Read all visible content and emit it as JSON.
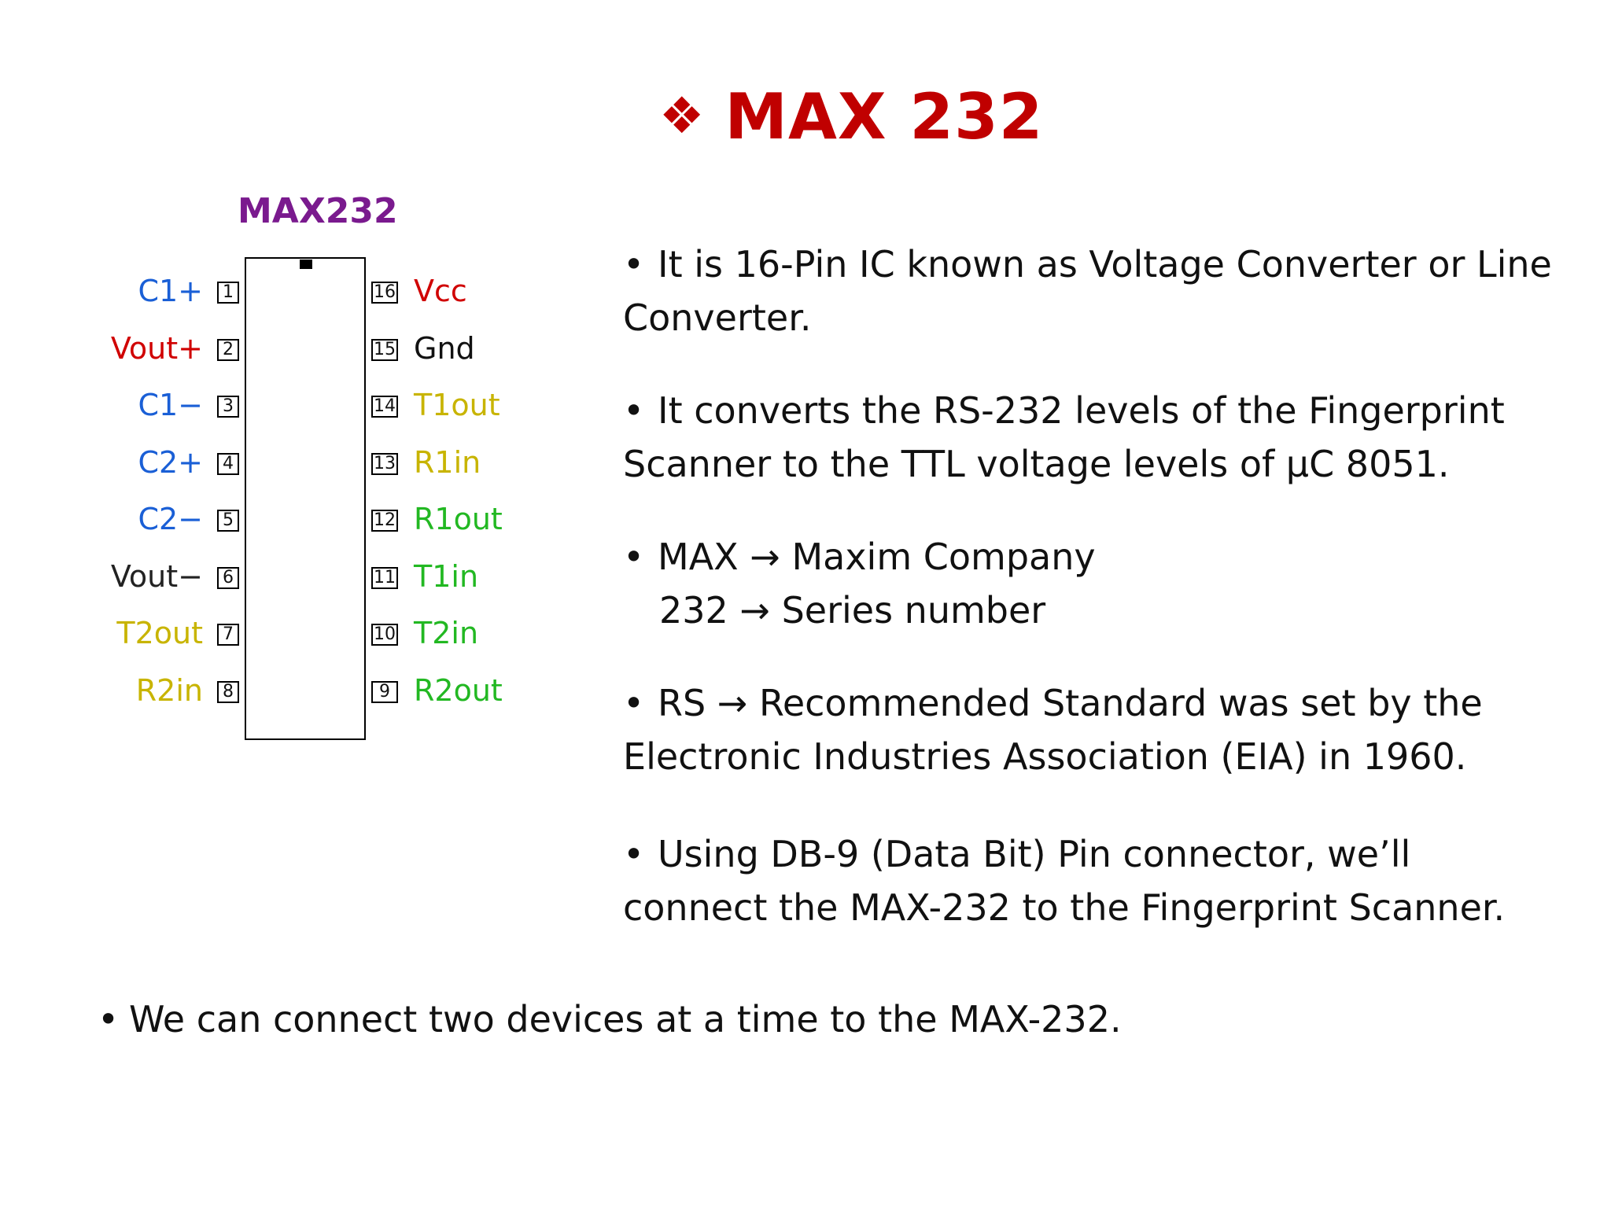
{
  "title": {
    "mark": "❖",
    "text": "MAX 232"
  },
  "chip": {
    "name": "MAX232",
    "colors": {
      "name": "#7a1a8e",
      "blue": "#1a5fd6",
      "red": "#d00000",
      "black": "#111111",
      "yellow": "#c8b400",
      "green": "#22b822"
    },
    "left_pins": [
      {
        "num": "1",
        "label": "C1+",
        "color": "#1a5fd6"
      },
      {
        "num": "2",
        "label": "Vout+",
        "color": "#d00000"
      },
      {
        "num": "3",
        "label": "C1−",
        "color": "#1a5fd6"
      },
      {
        "num": "4",
        "label": "C2+",
        "color": "#1a5fd6"
      },
      {
        "num": "5",
        "label": "C2−",
        "color": "#1a5fd6"
      },
      {
        "num": "6",
        "label": "Vout−",
        "color": "#222222"
      },
      {
        "num": "7",
        "label": "T2out",
        "color": "#c8b400"
      },
      {
        "num": "8",
        "label": "R2in",
        "color": "#c8b400"
      }
    ],
    "right_pins": [
      {
        "num": "16",
        "label": "Vcc",
        "color": "#d00000"
      },
      {
        "num": "15",
        "label": "Gnd",
        "color": "#111111"
      },
      {
        "num": "14",
        "label": "T1out",
        "color": "#c8b400"
      },
      {
        "num": "13",
        "label": "R1in",
        "color": "#c8b400"
      },
      {
        "num": "12",
        "label": "R1out",
        "color": "#22b822"
      },
      {
        "num": "11",
        "label": "T1in",
        "color": "#22b822"
      },
      {
        "num": "10",
        "label": "T2in",
        "color": "#22b822"
      },
      {
        "num": "9",
        "label": "R2out",
        "color": "#22b822"
      }
    ]
  },
  "bullets": [
    {
      "line1": "It is 16-Pin IC known as Voltage Converter or Line",
      "line2": "Converter."
    },
    {
      "line1": "It converts the RS-232 levels of the Fingerprint",
      "line2": "Scanner to the TTL voltage levels of µC 8051."
    },
    {
      "line1": "MAX → Maxim Company",
      "line2": "232  →  Series number"
    },
    {
      "line1": "RS   →  Recommended Standard was set by the",
      "line2": "Electronic Industries Association (EIA) in 1960."
    },
    {
      "line1": "Using DB-9 (Data Bit) Pin connector, we’ll",
      "line2": "connect the MAX-232 to the Fingerprint Scanner."
    }
  ],
  "bottom_bullet": "We can connect two devices at a time to the MAX-232.",
  "bullet_glyph": "•"
}
